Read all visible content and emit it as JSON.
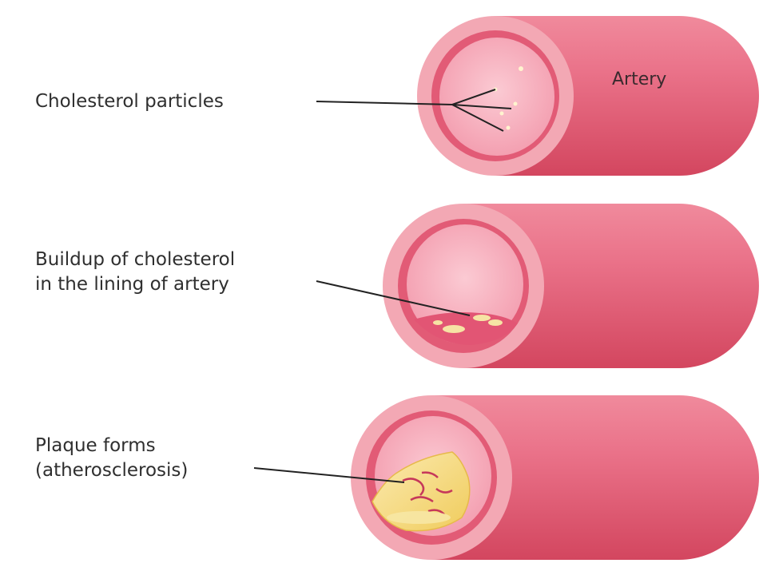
{
  "labels": {
    "artery": "Artery",
    "cholesterol_particles": "Cholesterol particles",
    "buildup_line1": "Buildup of cholesterol",
    "buildup_line2": "in the lining of artery",
    "plaque_line1": "Plaque forms",
    "plaque_line2": "(atherosclerosis)"
  },
  "colors": {
    "background": "#ffffff",
    "artery_body": "#e0566e",
    "artery_outer_ring": "#f3a6b2",
    "artery_wall": "#d94766",
    "artery_lumen": "#f7b7c3",
    "cholesterol_deposit": "#f6e6a8",
    "plaque": "#f2d66e",
    "leader_line": "#222222",
    "label_text": "#2f2f2f"
  }
}
